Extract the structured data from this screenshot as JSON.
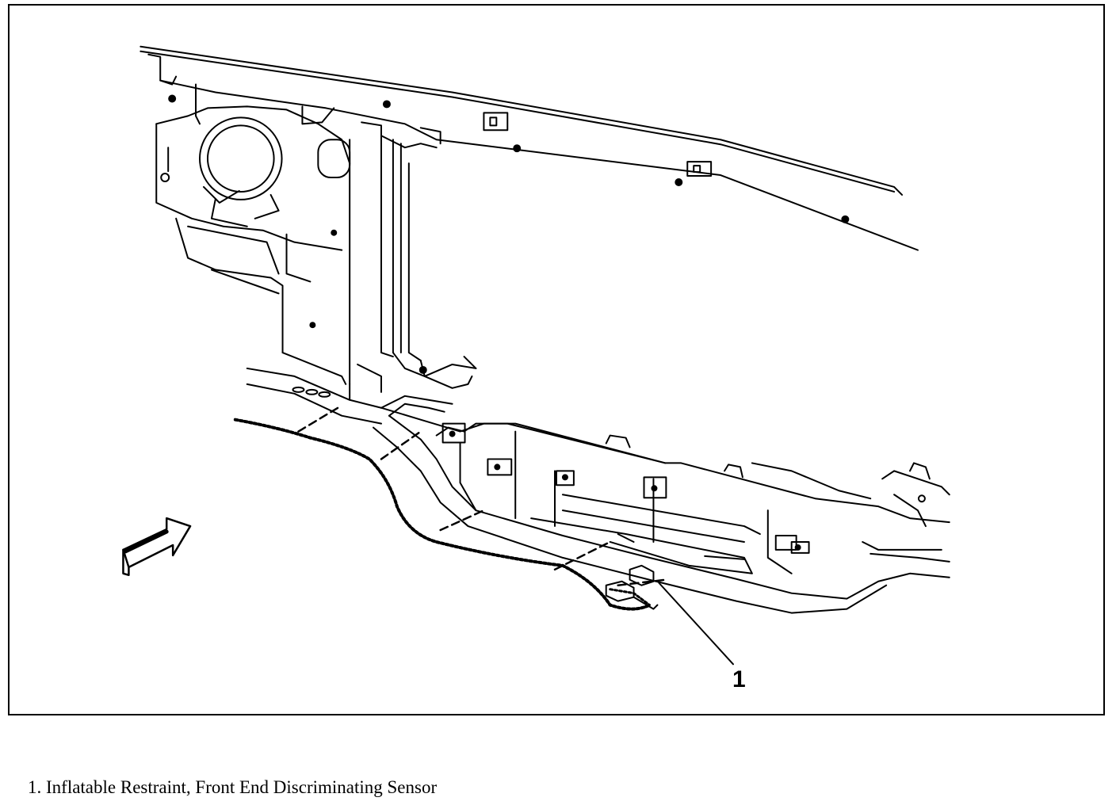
{
  "figure": {
    "callout_label": "1"
  },
  "legend": {
    "items": [
      {
        "number": "1",
        "text": "1. Inflatable Restraint, Front End Discriminating Sensor"
      }
    ]
  },
  "colors": {
    "ink": "#000000",
    "paper": "#ffffff"
  }
}
